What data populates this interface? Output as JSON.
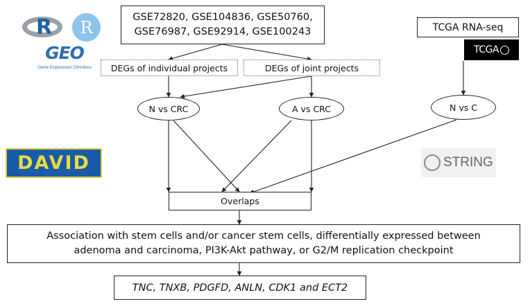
{
  "datasets": {
    "line1": "GSE72820, GSE104836, GSE50760,",
    "line2": "GSE76987, GSE92914, GSE100243"
  },
  "tcga": {
    "label": "TCGA RNA-seq",
    "logo_text": "TCGA"
  },
  "degs": {
    "individual": "DEGs of individual projects",
    "joint": "DEGs of joint projects"
  },
  "comparisons": {
    "n_vs_crc": "N vs CRC",
    "a_vs_crc": "A vs CRC",
    "n_vs_c": "N vs C"
  },
  "overlaps": "Overlaps",
  "association": {
    "line1": "Association with stem cells and/or cancer stem cells, differentially expressed between",
    "line2": "adenoma and carcinoma, PI3K-Akt pathway, or G2/M replication checkpoint"
  },
  "genes": "TNC, TNXB, PDGFD, ANLN, CDK1 and ECT2",
  "logos": {
    "r_letter": "R",
    "r_circle": "R",
    "geo": "GEO",
    "geo_sub": "Gene Expression Omnibus",
    "david": "DAVID",
    "string": "STRING"
  }
}
